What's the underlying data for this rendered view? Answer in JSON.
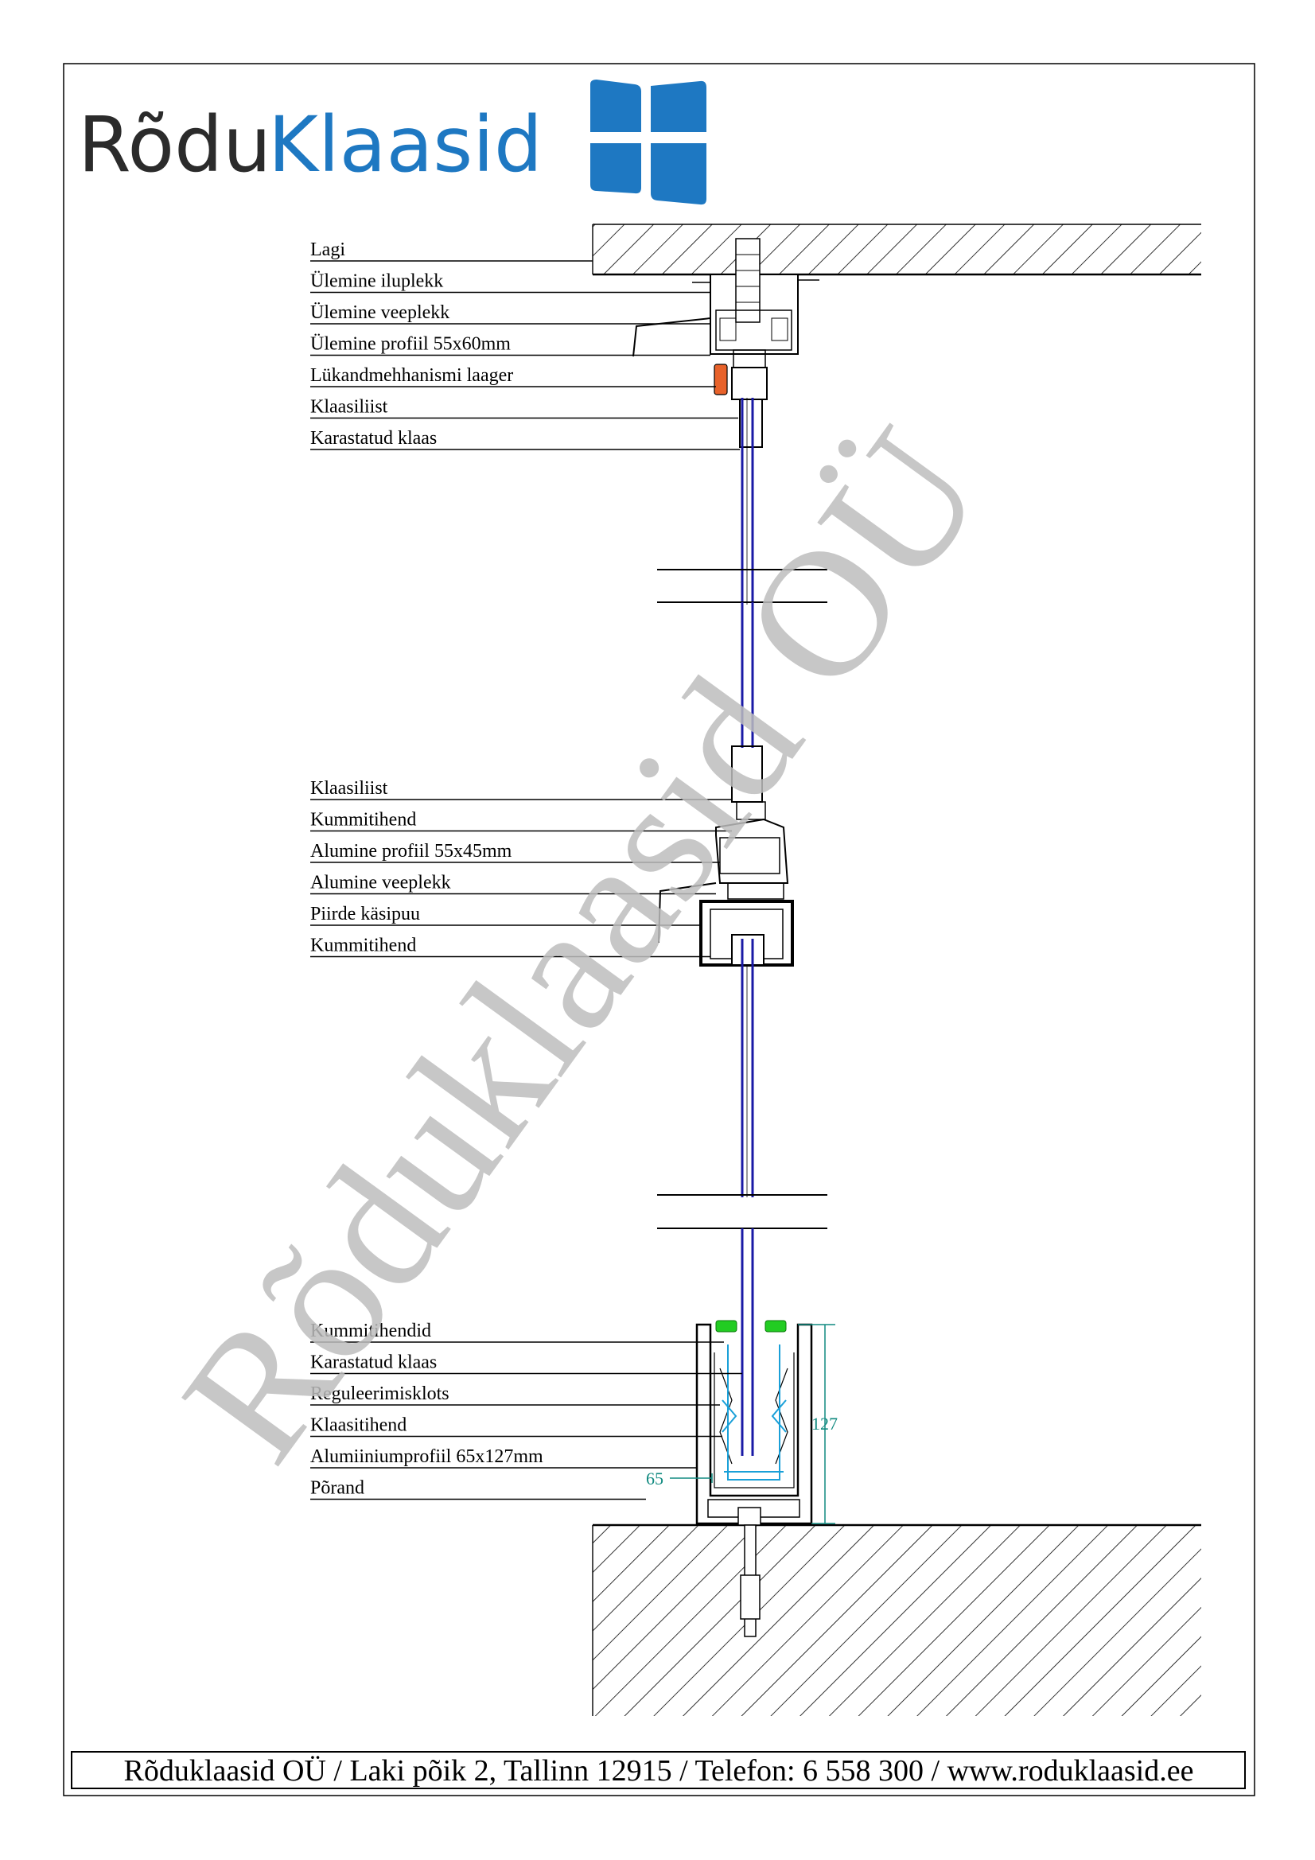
{
  "logo": {
    "part1": "Rõdu",
    "part2": "Klaasid",
    "color_dark": "#2b2b2b",
    "color_blue": "#1e78c2"
  },
  "watermark": "Rõduklaasid OÜ",
  "labels": {
    "top": [
      "Lagi",
      "Ülemine iluplekk",
      "Ülemine veeplekk",
      "Ülemine profiil 55x60mm",
      "Lükandmehhanismi laager",
      "Klaasiliist",
      "Karastatud klaas"
    ],
    "middle": [
      "Klaasiliist",
      "Kummitihend",
      "Alumine profiil 55x45mm",
      "Alumine veeplekk",
      "Piirde käsipuu",
      "Kummitihend"
    ],
    "bottom": [
      "Kummitihendid",
      "Karastatud klaas",
      "Reguleerimisklots",
      "Klaasitihend",
      "Alumiiniumprofiil 65x127mm",
      "Põrand"
    ]
  },
  "dimensions": {
    "height": "127",
    "width": "65"
  },
  "footer": "Rõduklaasid OÜ / Laki põik 2, Tallinn 12915 / Telefon: 6 558 300 / www.roduklaasid.ee",
  "colors": {
    "glass": "#1a1aa6",
    "dimension": "#118a80",
    "gasket": "#22cc22",
    "bearing": "#e8622a",
    "seal": "#1aa0d8"
  }
}
